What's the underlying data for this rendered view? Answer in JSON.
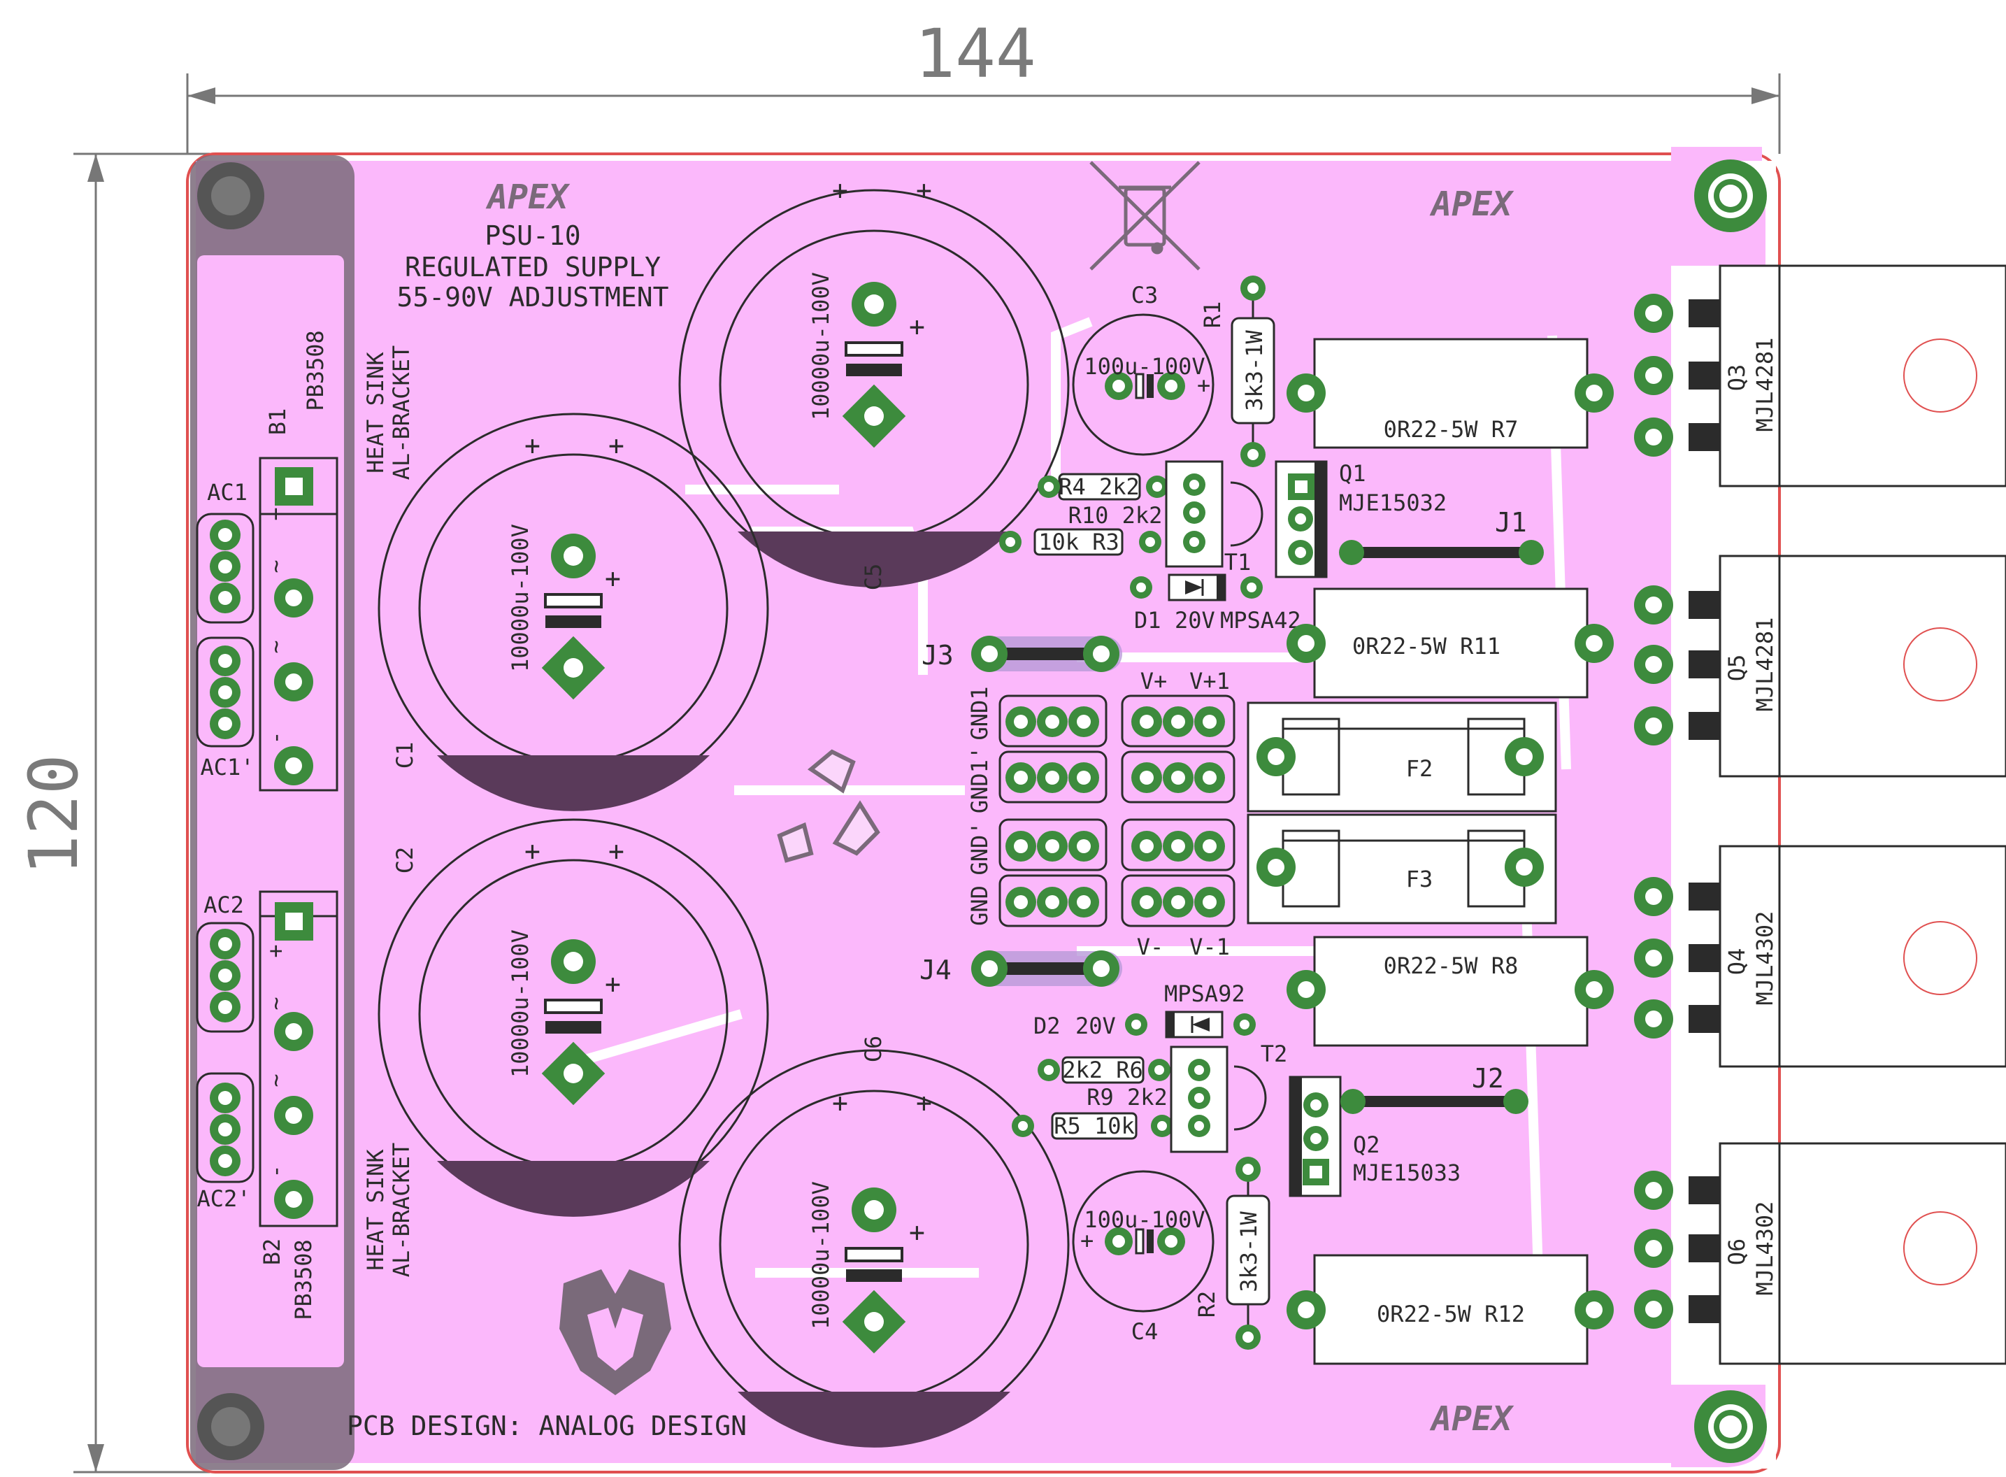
{
  "dimensions": {
    "width_label": "144",
    "height_label": "120"
  },
  "colors": {
    "copper": "#fbb8fb",
    "pad": "#3d8b3d",
    "board_edge": "#e05050",
    "silk": "#2b2b2b",
    "heatsink": "#7a6a7a"
  },
  "title": {
    "line1": "PSU-10",
    "line2": "REGULATED SUPPLY",
    "line3": "55-90V ADJUSTMENT"
  },
  "logos": {
    "apex": "APEX"
  },
  "footer": "PCB DESIGN: ANALOG DESIGN",
  "heatsink_label": {
    "line1": "HEAT SINK",
    "line2": "AL-BRACKET"
  },
  "bridges": {
    "b1": {
      "ref": "B1",
      "part": "PB3508"
    },
    "b2": {
      "ref": "B2",
      "part": "PB3508"
    },
    "plus": "+",
    "minus": "-",
    "ac_symbol": "~"
  },
  "connectors": {
    "ac1": "AC1",
    "ac1p": "AC1'",
    "ac2": "AC2",
    "ac2p": "AC2'"
  },
  "caps": {
    "c1": "C1",
    "c2": "C2",
    "c5": "C5",
    "c6": "C6",
    "big_value": "10000u-100V",
    "c3": "C3",
    "c4": "C4",
    "small_value": "100u-100V",
    "plus": "+"
  },
  "jumpers": {
    "j1": "J1",
    "j2": "J2",
    "j3": "J3",
    "j4": "J4"
  },
  "resistors": {
    "r1": "R1",
    "r1_value": "3k3-1W",
    "r2": "R2",
    "r2_value": "3k3-1W",
    "r4": "R4 2k2",
    "r10": "R10 2k2",
    "r3": "10k R3",
    "r6": "2k2 R6",
    "r9": "R9 2k2",
    "r5": "R5 10k",
    "r7": "0R22-5W R7",
    "r11": "0R22-5W R11",
    "r8": "0R22-5W R8",
    "r12": "0R22-5W  R12"
  },
  "transistors": {
    "q1": "Q1",
    "q1_part": "MJE15032",
    "q2": "Q2",
    "q2_part": "MJE15033",
    "t1": "T1",
    "t1_part": "MPSA42",
    "t2": "T2",
    "t2_part": "MPSA92",
    "q3": "Q3",
    "q3_part": "MJL4281",
    "q5": "Q5",
    "q5_part": "MJL4281",
    "q4": "Q4",
    "q4_part": "MJL4302",
    "q6": "Q6",
    "q6_part": "MJL4302"
  },
  "diodes": {
    "d1": "D1",
    "d1_value": "20V",
    "d2": "D2",
    "d2_value": "20V"
  },
  "fuses": {
    "f2": "F2",
    "f3": "F3"
  },
  "terminals": {
    "vplus": "V+",
    "vplus1": "V+1",
    "vminus": "V-",
    "vminus1": "V-1",
    "gnd": "GND",
    "gndp": "GND'",
    "gnd1": "GND1",
    "gnd1p": "GND1'"
  }
}
